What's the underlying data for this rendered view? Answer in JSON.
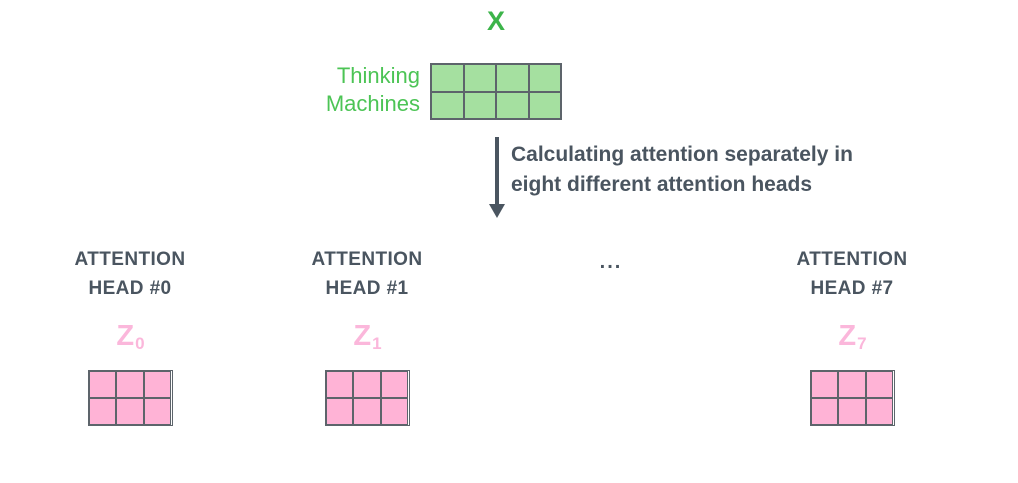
{
  "colors": {
    "green_fill": "#a5e0a0",
    "green_text": "#4cc455",
    "x_green": "#3cb44a",
    "slate": "#4a5560",
    "grid_border": "#5d646b",
    "pink_fill": "#ffb3d6",
    "pink_text": "#fbb7db"
  },
  "input": {
    "x_label": "X",
    "word1": "Thinking",
    "word2": "Machines",
    "matrix": {
      "rows": 2,
      "cols": 4
    }
  },
  "arrow_caption": {
    "line1": "Calculating attention separately in",
    "line2": "eight different attention heads"
  },
  "heads": [
    {
      "label_line1": "ATTENTION",
      "label_line2": "HEAD #0",
      "z_base": "Z",
      "z_sub": "0",
      "matrix": {
        "rows": 2,
        "cols": 3
      }
    },
    {
      "label_line1": "ATTENTION",
      "label_line2": "HEAD #1",
      "z_base": "Z",
      "z_sub": "1",
      "matrix": {
        "rows": 2,
        "cols": 3
      }
    },
    {
      "label_line1": "ATTENTION",
      "label_line2": "HEAD #7",
      "z_base": "Z",
      "z_sub": "7",
      "matrix": {
        "rows": 2,
        "cols": 3
      }
    }
  ],
  "ellipsis": "..."
}
